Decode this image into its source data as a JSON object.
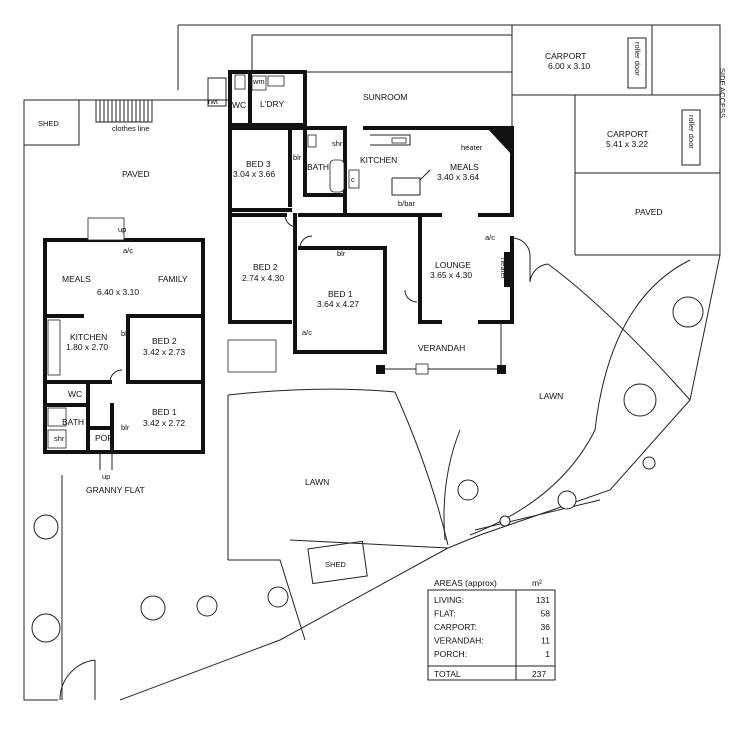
{
  "rooms": {
    "side_access": "SIDE ACCESS",
    "carport1": "CARPORT",
    "carport1_dim": "6.00 x 3.10",
    "carport2": "CARPORT",
    "carport2_dim": "5.41 x 3.22",
    "roller_door": "roller door",
    "sunroom": "SUNROOM",
    "laundry": "L'DRY",
    "wm": "wm",
    "wc": "WC",
    "rwt": "rwt",
    "shed_top": "SHED",
    "clothes_line": "clothes line",
    "paved_left": "PAVED",
    "paved_right": "PAVED",
    "bed3": "BED 3",
    "bed3_dim": "3.04 x 3.66",
    "bath": "BATH",
    "shr": "shr",
    "blr": "blr",
    "c": "c",
    "kitchen": "KITCHEN",
    "bbar": "b/bar",
    "meals": "MEALS",
    "meals_dim": "3.40 x 3.64",
    "heater": "heater",
    "bed2": "BED 2",
    "bed2_dim": "2.74 x 4.30",
    "bed1": "BED 1",
    "bed1_dim": "3.64 x 4.27",
    "lounge": "LOUNGE",
    "lounge_dim": "3.65 x 4.30",
    "ac": "a/c",
    "verandah": "VERANDAH",
    "lawn_right": "LAWN",
    "lawn_center": "LAWN",
    "shed_bottom": "SHED",
    "up": "up",
    "gf_meals": "MEALS",
    "gf_family": "FAMILY",
    "gf_meals_dim": "6.40 x 3.10",
    "gf_kitchen": "KITCHEN",
    "gf_kitchen_dim": "1.80 x 2.70",
    "gf_bed2": "BED 2",
    "gf_bed2_dim": "3.42 x 2.73",
    "gf_bed1": "BED 1",
    "gf_bed1_dim": "3.42 x 2.72",
    "gf_wc": "WC",
    "gf_bath": "BATH",
    "gf_shr": "shr",
    "gf_por": "POR",
    "granny_flat": "GRANNY FLAT"
  },
  "areas": {
    "title": "AREAS (approx)",
    "unit": "m²",
    "rows": [
      {
        "label": "LIVING:",
        "value": "131"
      },
      {
        "label": "FLAT:",
        "value": "58"
      },
      {
        "label": "CARPORT:",
        "value": "36"
      },
      {
        "label": "VERANDAH:",
        "value": "11"
      },
      {
        "label": "PORCH:",
        "value": "1"
      }
    ],
    "total_label": "TOTAL",
    "total_value": "237"
  }
}
